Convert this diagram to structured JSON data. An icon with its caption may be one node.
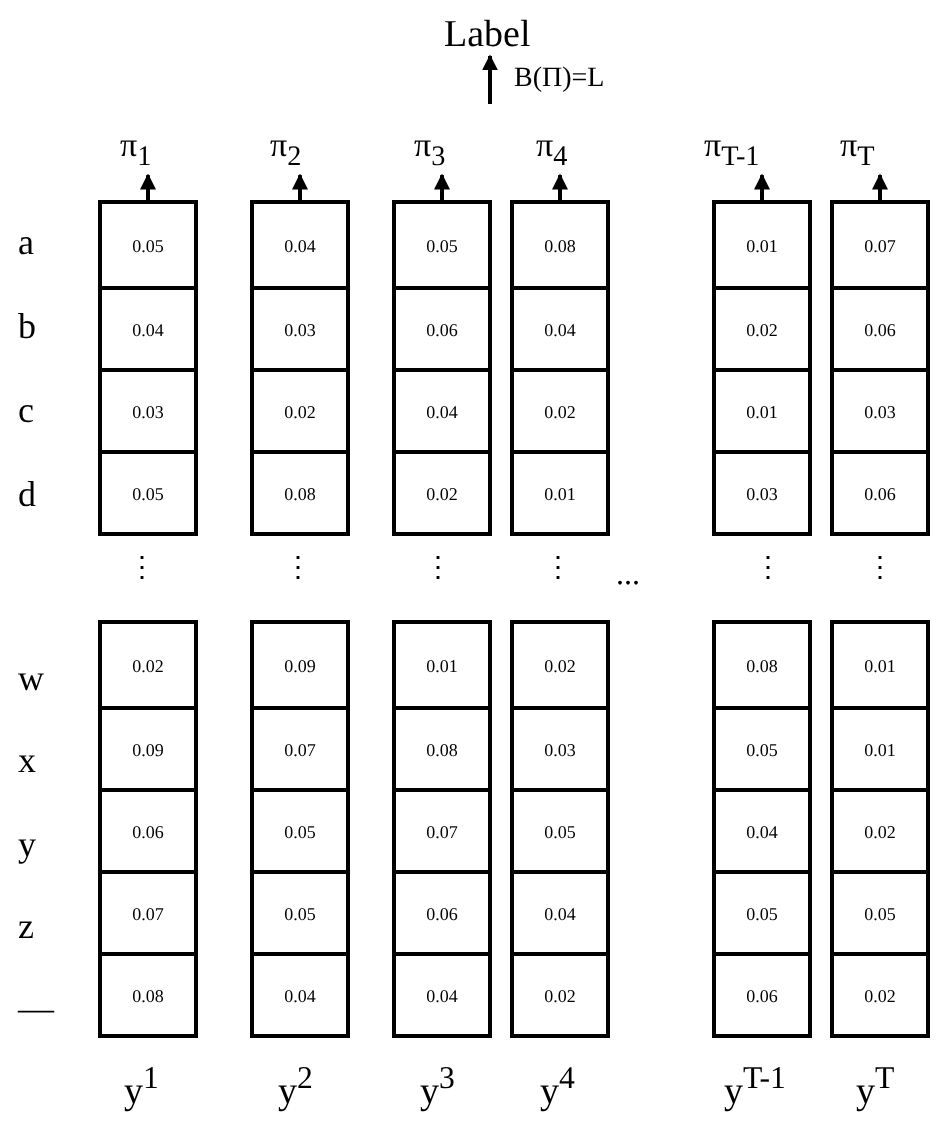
{
  "diagram": {
    "nodes": [
      {
        "text": [
          "Label"
        ]
      },
      {
        "text": [
          "π$_{1}$"
        ]
      },
      {
        "text": [
          "π$_{2}$"
        ]
      },
      {
        "text": [
          "π$_{3}$"
        ]
      },
      {
        "text": [
          "π$_{4}$"
        ]
      },
      {
        "text": [
          "π$_{T-1}$"
        ]
      },
      {
        "text": [
          "π$_{T}$"
        ]
      },
      {
        "text": [],
        "shape": "box"
      },
      {
        "text": [
          "0.05"
        ],
        "in": 7
      },
      {
        "text": [
          "0.04"
        ],
        "in": 7
      },
      {
        "text": [
          "0.03"
        ],
        "in": 7
      },
      {
        "text": [
          "0.05"
        ],
        "in": 7
      },
      {
        "text": [],
        "shape": "box"
      },
      {
        "text": [
          "0.04"
        ],
        "in": 12
      },
      {
        "text": [
          "0.03"
        ],
        "in": 12
      },
      {
        "text": [
          "0.02"
        ],
        "in": 12
      },
      {
        "text": [
          "0.08"
        ],
        "in": 12
      },
      {
        "text": [],
        "shape": "box"
      },
      {
        "text": [
          "0.05"
        ],
        "in": 17
      },
      {
        "text": [
          "0.06"
        ],
        "in": 17
      },
      {
        "text": [
          "0.04"
        ],
        "in": 17
      },
      {
        "text": [
          "0.02"
        ],
        "in": 17
      },
      {
        "text": [],
        "shape": "box"
      },
      {
        "text": [
          "0.08"
        ],
        "in": 22
      },
      {
        "text": [
          "0.04"
        ],
        "in": 22
      },
      {
        "text": [
          "0.02"
        ],
        "in": 22
      },
      {
        "text": [
          "0.01"
        ],
        "in": 22
      },
      {
        "text": [],
        "shape": "box"
      },
      {
        "text": [
          "0.01"
        ],
        "in": 27
      },
      {
        "text": [
          "0.02"
        ],
        "in": 27
      },
      {
        "text": [
          "0.01"
        ],
        "in": 27
      },
      {
        "text": [
          "0.03"
        ],
        "in": 27
      },
      {
        "text": [],
        "shape": "box"
      },
      {
        "text": [
          "0.07"
        ],
        "in": 32
      },
      {
        "text": [
          "0.06"
        ],
        "in": 32
      },
      {
        "text": [
          "0.03"
        ],
        "in": 32
      },
      {
        "text": [
          "0.06"
        ],
        "in": 32
      },
      {
        "text": [],
        "shape": "box"
      },
      {
        "text": [
          "0.02"
        ],
        "in": 37
      },
      {
        "text": [
          "0.09"
        ],
        "in": 37
      },
      {
        "text": [
          "0.06"
        ],
        "in": 37
      },
      {
        "text": [
          "0.07"
        ],
        "in": 37
      },
      {
        "text": [
          "0.08"
        ],
        "in": 37
      },
      {
        "text": [],
        "shape": "box"
      },
      {
        "text": [
          "0.09"
        ],
        "in": 43
      },
      {
        "text": [
          "0.07"
        ],
        "in": 43
      },
      {
        "text": [
          "0.05"
        ],
        "in": 43
      },
      {
        "text": [
          "0.05"
        ],
        "in": 43
      },
      {
        "text": [
          "0.04"
        ],
        "in": 43
      },
      {
        "text": [],
        "shape": "box"
      },
      {
        "text": [
          "0.01"
        ],
        "in": 49
      },
      {
        "text": [
          "0.08"
        ],
        "in": 49
      },
      {
        "text": [
          "0.07"
        ],
        "in": 49
      },
      {
        "text": [
          "0.06"
        ],
        "in": 49
      },
      {
        "text": [
          "0.04"
        ],
        "in": 49
      },
      {
        "text": [],
        "shape": "box"
      },
      {
        "text": [
          "0.02"
        ],
        "in": 55
      },
      {
        "text": [
          "0.03"
        ],
        "in": 55
      },
      {
        "text": [
          "0.05"
        ],
        "in": 55
      },
      {
        "text": [
          "0.04"
        ],
        "in": 55
      },
      {
        "text": [
          "0.02"
        ],
        "in": 55
      },
      {
        "text": [],
        "shape": "box"
      },
      {
        "text": [
          "0.08"
        ],
        "in": 61
      },
      {
        "text": [
          "0.05"
        ],
        "in": 61
      },
      {
        "text": [
          "0.04"
        ],
        "in": 61
      },
      {
        "text": [
          "0.05"
        ],
        "in": 61
      },
      {
        "text": [
          "0.06"
        ],
        "in": 61
      },
      {
        "text": [],
        "shape": "box"
      },
      {
        "text": [
          "0.01"
        ],
        "in": 67
      },
      {
        "text": [
          "0.01"
        ],
        "in": 67
      },
      {
        "text": [
          "0.02"
        ],
        "in": 67
      },
      {
        "text": [
          "0.05"
        ],
        "in": 67
      },
      {
        "text": [
          "0.02"
        ],
        "in": 67
      }
    ],
    "edges": [
      {
        "from": null,
        "to": 0,
        "arrow": "to",
        "label": "B(Π)=L"
      },
      {
        "from": 7,
        "to": 1,
        "arrow": "to"
      },
      {
        "from": 12,
        "to": 2,
        "arrow": "to"
      },
      {
        "from": 17,
        "to": 3,
        "arrow": "to"
      },
      {
        "from": 22,
        "to": 4,
        "arrow": "to"
      },
      {
        "from": 27,
        "to": 5,
        "arrow": "to"
      },
      {
        "from": 32,
        "to": 6,
        "arrow": "to"
      }
    ],
    "labels": [
      "a",
      "b",
      "c",
      "d",
      "⋮",
      "⋮",
      "⋮",
      "⋮",
      "...",
      "⋮",
      "⋮",
      "w",
      "x",
      "y",
      "z",
      "—",
      "y$^{1}$",
      "y$^{2}$",
      "y$^{3}$",
      "y$^{4}$",
      "y$^{T-1}$",
      "y$^{T}$"
    ]
  }
}
